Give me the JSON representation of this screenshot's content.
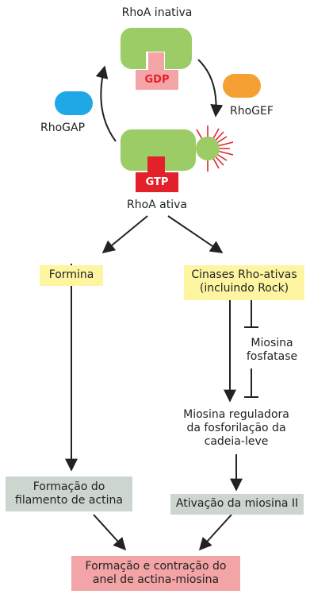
{
  "title_top": "RhoA inativa",
  "gdp_label": "GDP",
  "gtp_label": "GTP",
  "rhogef_label": "RhoGEF",
  "rhogap_label": "RhoGAP",
  "rhoa_active_label": "RhoA ativa",
  "formina_label": "Formina",
  "cinases_line1": "Cinases Rho-ativas",
  "cinases_line2": "(incluindo Rock)",
  "miosina_fosfatase_line1": "Miosina",
  "miosina_fosfatase_line2": "fosfatase",
  "miosina_reg_line1": "Miosina reguladora",
  "miosina_reg_line2": "da fosforilação da",
  "miosina_reg_line3": "cadeia-leve",
  "formacao_filamento_line1": "Formação do",
  "formacao_filamento_line2": "filamento de actina",
  "ativacao_miosina": "Ativação da miosina II",
  "final_line1": "Formação e contração do",
  "final_line2": "anel de actina-miosina",
  "colors": {
    "protein_green": "#9ccc65",
    "gdp_pink": "#f4a3a6",
    "gtp_red": "#e2212b",
    "rhogef_orange": "#f5a032",
    "rhogap_blue": "#1ea8e6",
    "burst_red": "#e2212b",
    "yellow_box": "#fdf5a0",
    "gray_box": "#cdd5cf",
    "pink_box": "#f3a4a6"
  }
}
